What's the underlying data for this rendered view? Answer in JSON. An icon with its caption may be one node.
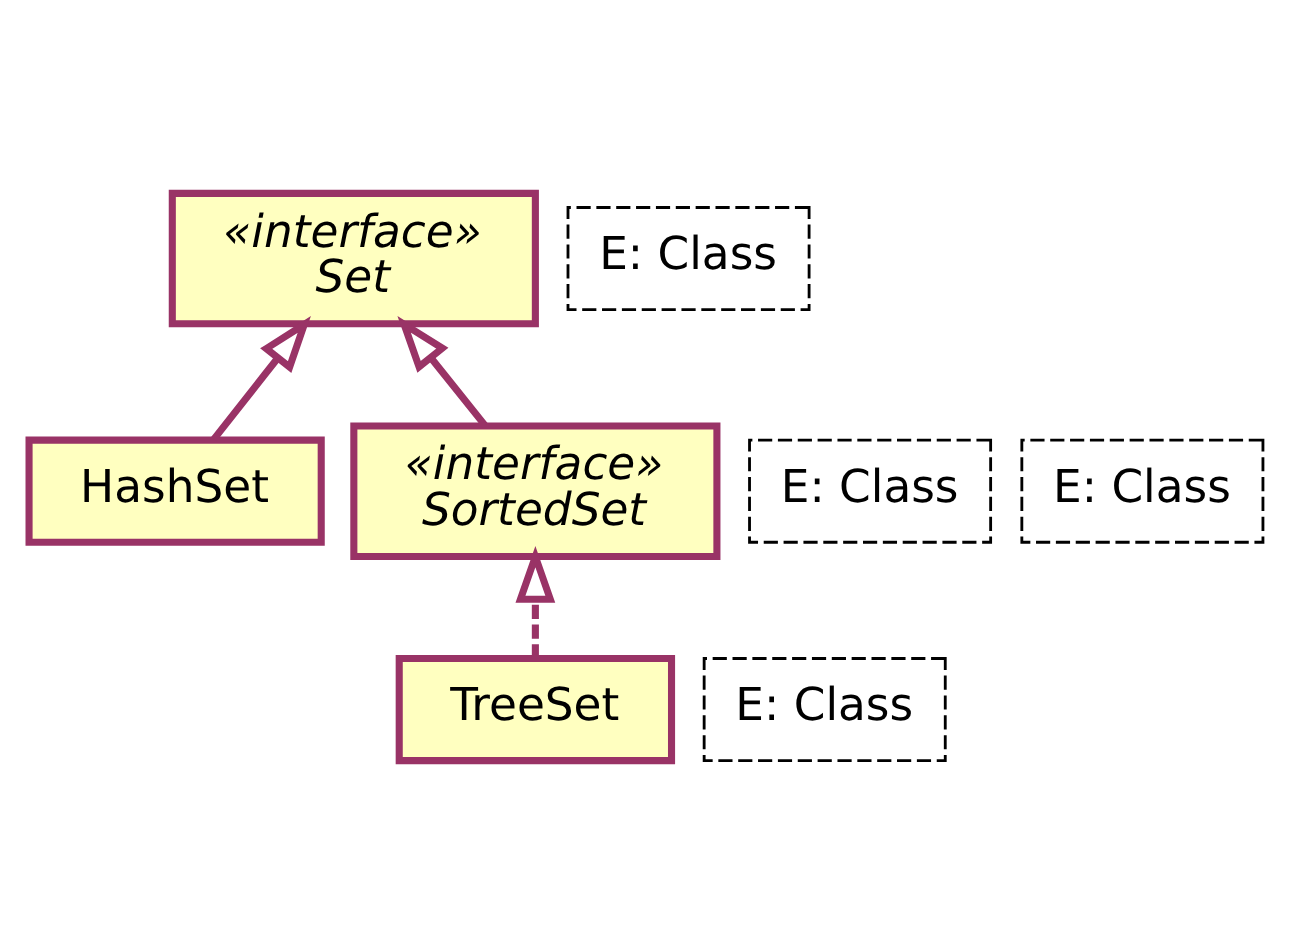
{
  "diagram": {
    "nodes": [
      {
        "text": [
          "«interface»",
          "Set"
        ]
      },
      {
        "text": [
          "E: Class"
        ]
      },
      {
        "text": [
          "HashSet"
        ]
      },
      {
        "text": [
          "E: Class"
        ]
      },
      {
        "text": [
          "«interface»",
          "SortedSet"
        ]
      },
      {
        "text": [
          "E: Class"
        ]
      },
      {
        "text": [
          "TreeSet"
        ]
      },
      {
        "text": [
          "E: Class"
        ]
      }
    ],
    "edges": [
      {
        "from": 2,
        "to": 0,
        "arrow": "to"
      },
      {
        "from": 4,
        "to": 0,
        "arrow": "to"
      },
      {
        "from": 6,
        "to": 4,
        "arrow": "to",
        "style": "dashed"
      }
    ]
  }
}
